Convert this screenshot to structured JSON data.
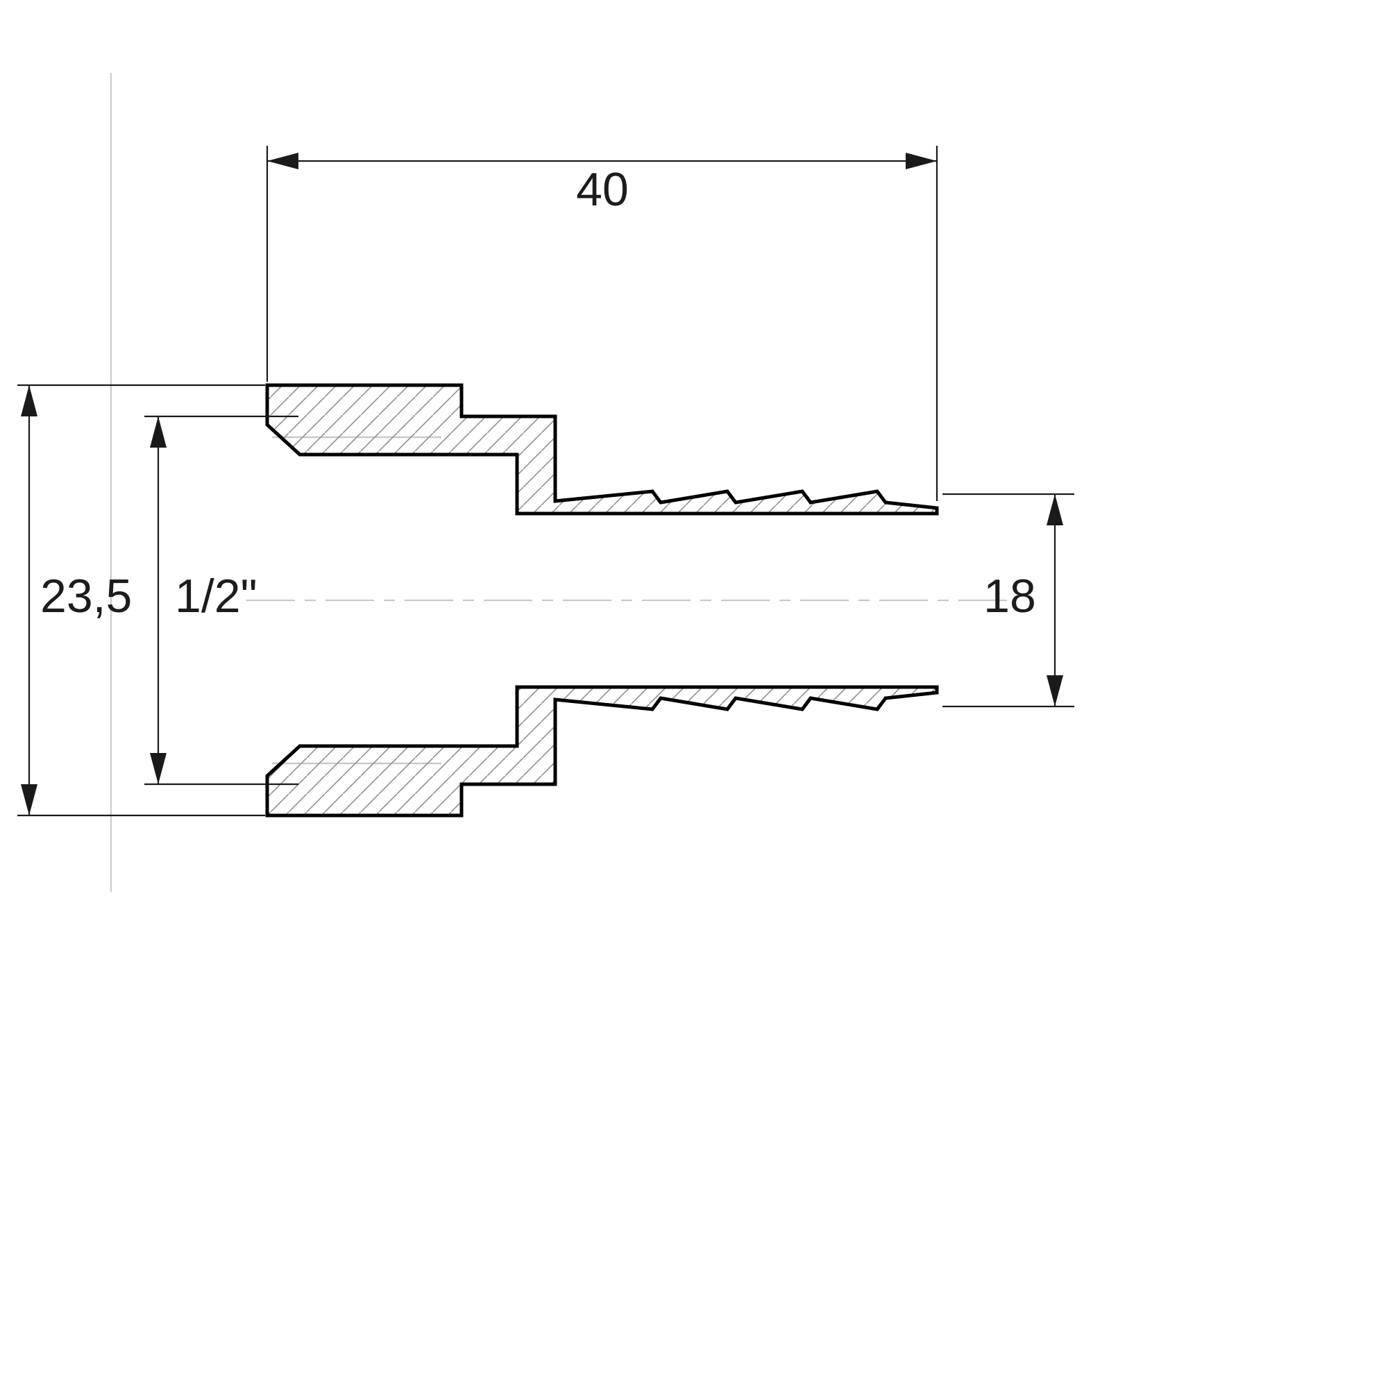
{
  "drawing": {
    "colors": {
      "background": "#ffffff",
      "outline": "#000000",
      "dim": "#1a1a1a",
      "text": "#1c1c1c",
      "construction": "#c9c9c9",
      "hatch": "#8f8f8f"
    },
    "dimensions": {
      "overall_length": {
        "label": "40"
      },
      "body_diameter": {
        "label": "23,5"
      },
      "thread_size": {
        "label": "1/2\""
      },
      "barb_diameter": {
        "label": "18"
      }
    }
  }
}
